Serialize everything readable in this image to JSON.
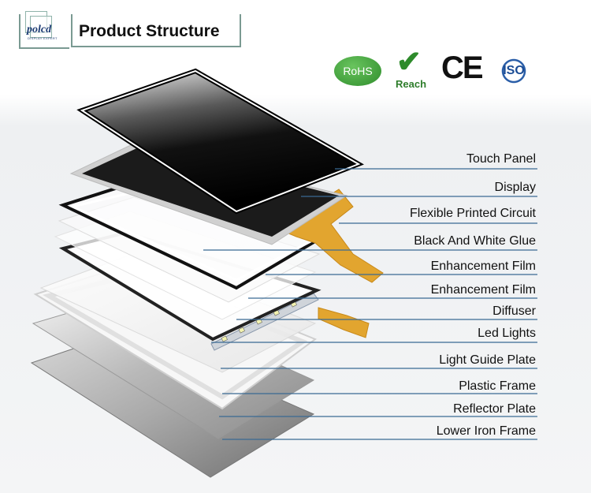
{
  "header": {
    "logo_text": "polcd",
    "logo_subtext": "DISPLAY EXPERT",
    "title": "Product Structure"
  },
  "certifications": {
    "rohs": "RoHS",
    "reach": "Reach",
    "ce": "CE",
    "iso": "ISO"
  },
  "layers": [
    "Touch Panel",
    "Display",
    "Flexible Printed Circuit",
    "Black And White Glue",
    "Enhancement Film",
    "Enhancement Film",
    "Diffuser",
    "Led Lights",
    "Light Guide Plate",
    "Plastic Frame",
    "Reflector Plate",
    "Lower Iron Frame"
  ],
  "colors": {
    "leader_line": "#3a6a93",
    "fpc": "#e2a52f",
    "frame_border": "#7a9a92"
  }
}
